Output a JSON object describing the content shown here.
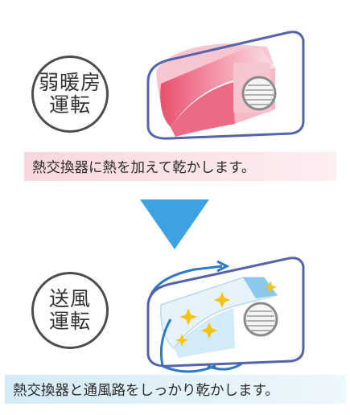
{
  "panels": [
    {
      "mode_line1": "弱暖房",
      "mode_line2": "運転",
      "caption": "熱交換器に熱を加えて乾かします。",
      "accent": "#e8506e"
    },
    {
      "mode_line1": "送風",
      "mode_line2": "運転",
      "caption": "熱交換器と通風路をしっかり乾かします。",
      "accent": "#3da2e0"
    }
  ],
  "arrow": {
    "icon": "down-triangle-icon",
    "color": "#3da2e0"
  },
  "colors": {
    "outline": "#5564a8",
    "warm_fill": "#ef7a90",
    "cool_fill": "#e6f3fb",
    "sparkle": "#f3c316"
  }
}
